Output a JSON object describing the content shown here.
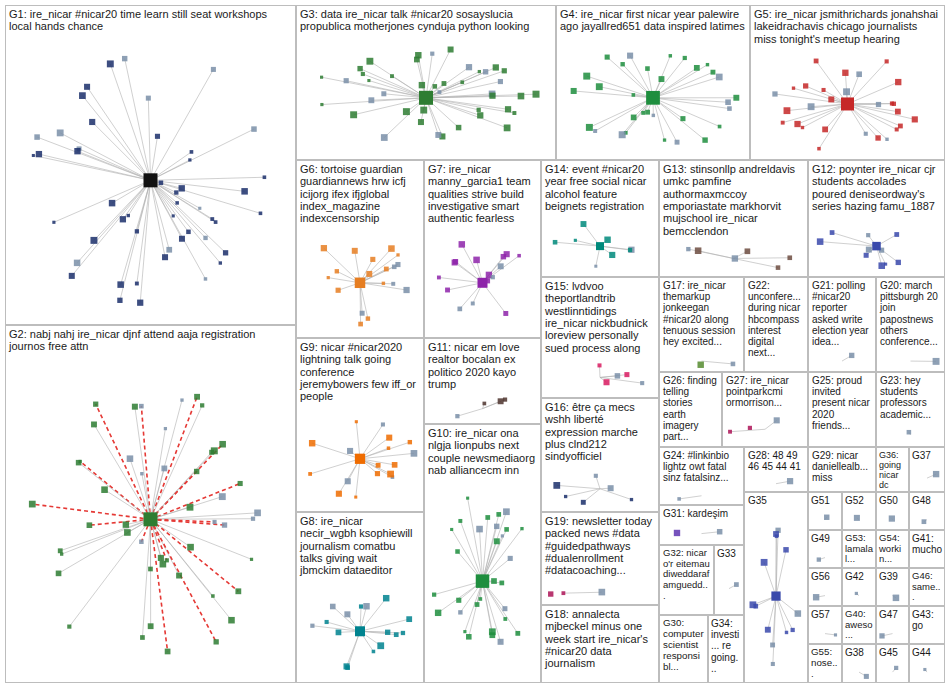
{
  "diagram": {
    "nodes": [
      {
        "text": [
          "G1: ire_nicar #nicar20 time learn still seat workshops local hands chance"
        ]
      },
      {
        "text": [
          "G3: data ire_nicar talk #nicar20 sosayslucia propublica motherjones cynduja python looking"
        ]
      },
      {
        "text": [
          "G4: ire_nicar first nicar year palewire ago jayallred651 data inspired latimes"
        ]
      },
      {
        "text": [
          "G5: ire_nicar jsmithrichards jonahshai lakeidrachavis chicago journalists miss tonight's meetup hearing"
        ]
      },
      {
        "text": [
          "G6: tortoise guardian guardiannews hrw icfj icijorg ifex ifjglobal index_magazine indexcensorship"
        ]
      },
      {
        "text": [
          "G7: ire_nicar manny_garcia1 team qualities strive build investigative smart authentic fearless"
        ]
      },
      {
        "text": [
          "G14: event #nicar20 year free social nicar alcohol feature beignets registration"
        ]
      },
      {
        "text": [
          "G13: stinsonllp andreldavis umkc pamfine authormaxmccoy emporiastate markhorvit mujschool ire_nicar bemcclendon"
        ]
      },
      {
        "text": [
          "G12: poynter ire_nicar cjr students accolades poured deniseordway's series hazing famu_1887"
        ]
      },
      {
        "text": [
          "G15: lvdvoo theportlandtrib westlinntidings ire_nicar nickbudnick loreview personally sued process along"
        ]
      },
      {
        "text": [
          "G17: ire_nicar themarkup jonkeegan #nicar20 along tenuous session hey excited..."
        ]
      },
      {
        "text": [
          "G22: unconfere... during nicar hbcompass interest digital next..."
        ]
      },
      {
        "text": [
          "G21: polling #nicar20 reporter asked write election year idea..."
        ]
      },
      {
        "text": [
          "G20: march pittsburgh 20 join papostnews others conference..."
        ]
      },
      {
        "text": [
          "G26: finding telling stories earth imagery part..."
        ]
      },
      {
        "text": [
          "G27: ire_nicar pointparkcmi ormorrison..."
        ]
      },
      {
        "text": [
          "G25: proud invited present nicar 2020 friends..."
        ]
      },
      {
        "text": [
          "G23: hey students professors academic..."
        ]
      },
      {
        "text": [
          "G9: nicar #nicar2020 lightning talk going conference jeremybowers few iff_or people"
        ]
      },
      {
        "text": [
          "G11: nicar em love realtor bocalan ex politico 2020 kayo trump"
        ]
      },
      {
        "text": [
          "G16: être ça mecs wshh liberté expression marche plus clnd212 sindyofficiel"
        ]
      },
      {
        "text": [
          "G2: nabj nahj ire_nicar djnf attend aaja registration journos free attn"
        ]
      },
      {
        "text": [
          "G10: ire_nicar ona nlgja lionpubs next couple newsmediaorg nab alliancecm inn"
        ]
      },
      {
        "text": [
          "G24: #linkinbio lightz owt fatal sinz fatalsinz..."
        ]
      },
      {
        "text": [
          "G28: 48 49 46 45 44 41"
        ]
      },
      {
        "text": [
          "G29: nicar daniellealb... miss"
        ]
      },
      {
        "text": [
          "G36: going nicar dc"
        ]
      },
      {
        "text": [
          "G37"
        ]
      },
      {
        "text": [
          "G35"
        ]
      },
      {
        "text": [
          "G51"
        ]
      },
      {
        "text": [
          "G52"
        ]
      },
      {
        "text": [
          "G50"
        ]
      },
      {
        "text": [
          "G48"
        ]
      },
      {
        "text": [
          "G31: kardeşim"
        ]
      },
      {
        "text": [
          "G8: ire_nicar necir_wgbh ksophiewill journalism comatbu talks giving wait jbmckim dataeditor"
        ]
      },
      {
        "text": [
          "G19: newsletter today packed news #data #guidedpathways #dualenrollment #datacoaching..."
        ]
      },
      {
        "text": [
          "G49"
        ]
      },
      {
        "text": [
          "G53: lamalal..."
        ]
      },
      {
        "text": [
          "G54: workin..."
        ]
      },
      {
        "text": [
          "G41: mucho"
        ]
      },
      {
        "text": [
          "G32: nicar o'r eitemau diweddaraf amguedd..."
        ]
      },
      {
        "text": [
          "G33"
        ]
      },
      {
        "text": [
          "G56"
        ]
      },
      {
        "text": [
          "G42"
        ]
      },
      {
        "text": [
          "G39"
        ]
      },
      {
        "text": [
          "G46: same..."
        ]
      },
      {
        "text": [
          "G18: annalecta mjbeckel minus one week start ire_nicar's #nicar20 data journalism"
        ]
      },
      {
        "text": [
          "G57"
        ]
      },
      {
        "text": [
          "G40: aweso..."
        ]
      },
      {
        "text": [
          "G47"
        ]
      },
      {
        "text": [
          "G43: go"
        ]
      },
      {
        "text": [
          "G30: computer scientist responsibl..."
        ]
      },
      {
        "text": [
          "G34: investi... re going..."
        ]
      },
      {
        "text": [
          "G55: nose..."
        ]
      },
      {
        "text": [
          "G38"
        ]
      },
      {
        "text": [
          "G45"
        ]
      },
      {
        "text": [
          "G44"
        ]
      }
    ]
  }
}
